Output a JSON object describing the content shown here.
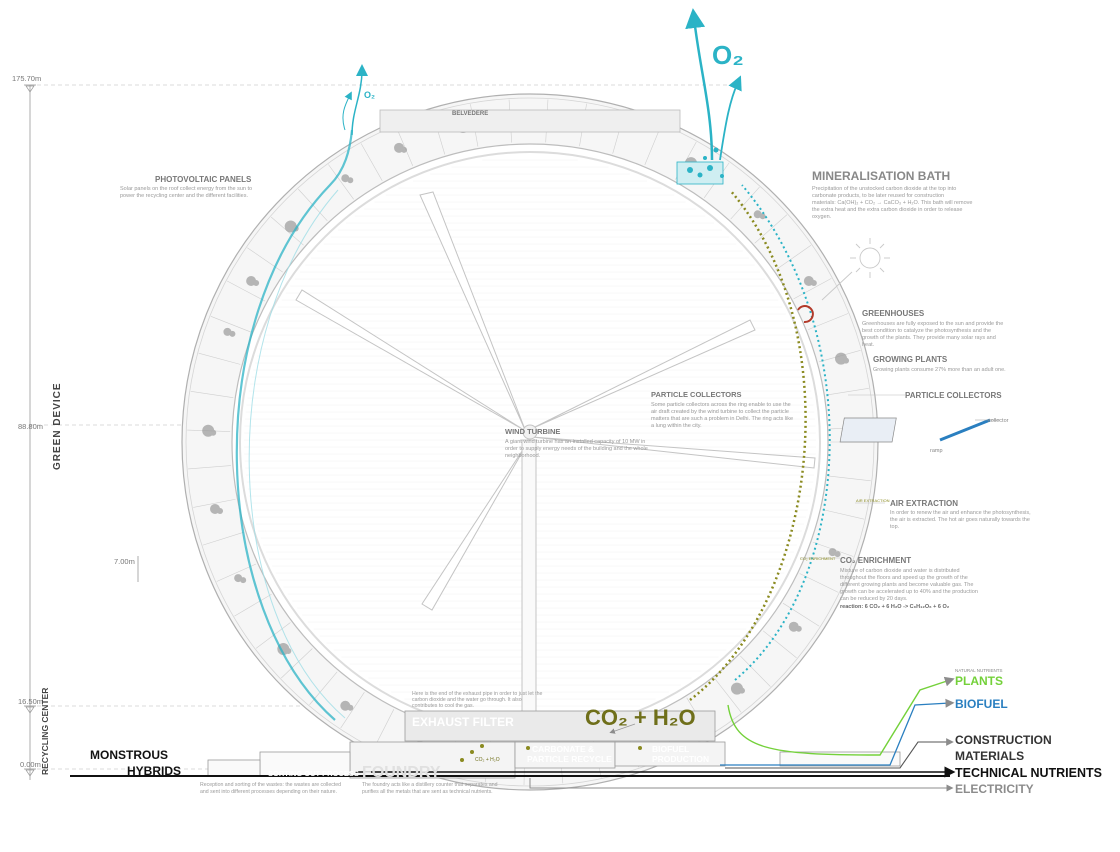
{
  "colors": {
    "cyan": "#2bb3c6",
    "olive": "#8a8a20",
    "green": "#74d13a",
    "blue": "#2a7fc0",
    "gray": "#8c8c8c",
    "dark": "#111111",
    "ring": "#bdbdbd"
  },
  "elevations": {
    "top": "175.70m",
    "mid": "88.80m",
    "low": "16.50m",
    "ground": "0.00m",
    "floor_height": "7.00m"
  },
  "sections": {
    "green_device": "GREEN DEVICE",
    "recycling_center": "RECYCLING CENTER"
  },
  "gases": {
    "o2_small": "O₂",
    "o2_large": "O₂",
    "co2_h2o": "CO₂ + H₂O",
    "co2_h2o_small": "CO₂ + H₂O"
  },
  "labels": {
    "belvedere": "BELVEDERE",
    "photovoltaic_title": "PHOTOVOLTAIC PANELS",
    "photovoltaic_text": [
      "Solar panels on the roof collect energy from the sun to",
      "power the recycling center and the different facilities."
    ],
    "mineral_title": "MINERALISATION BATH",
    "mineral_text": [
      "Precipitation of the unstocked carbon dioxide at the top into",
      "carbonate products, to be later reused for construction",
      "materials: Ca(OH)₂ + CO₂ → CaCO₃ + H₂O. This bath will remove",
      "the extra heat and the extra carbon dioxide in order to release",
      "oxygen."
    ],
    "greenhouses_title": "GREENHOUSES",
    "greenhouses_text": [
      "Greenhouses are fully exposed to the sun and provide the",
      "best condition to catalyze the photosynthesis and the",
      "growth of the plants. They provide many solar rays and",
      "heat."
    ],
    "growing_title": "GROWING PLANTS",
    "growing_text": [
      "Growing plants consume 27% more than an adult one."
    ],
    "particle_title_right": "PARTICLE COLLECTORS",
    "collector_tag": "collector",
    "ramp_tag": "ramp",
    "particle_title_center": "PARTICLE COLLECTORS",
    "particle_text": [
      "Some particle collectors across the ring enable to use the",
      "air draft created by the wind turbine to collect the particle",
      "matters that are such a problem in Delhi. The ring acts like",
      "a lung within the city."
    ],
    "wind_title": "WIND TURBINE",
    "wind_text": [
      "A giant wind turbine has an installed capacity of 10 MW in",
      "order to supply energy needs of the building and the whole",
      "neighborhood."
    ],
    "air_title": "AIR EXTRACTION",
    "air_text": [
      "In order to renew the air and enhance the photosynthesis,",
      "the air is extracted. The hot air goes naturally towards the",
      "top."
    ],
    "air_tag": "AIR EXTRACTION",
    "co2_title": "CO₂ ENRICHMENT",
    "co2_text": [
      "Mixture of carbon dioxide and water is distributed",
      "throughout the floors and speed up the growth of the",
      "different growing plants and become valuable gas. The",
      "growth can be accelerated up to 40% and the production",
      "can be reduced by 20 days."
    ],
    "co2_reaction": "reaction: 6 CO₂ + 6 H₂O -> C₆H₁₂O₆ + 6 O₂",
    "enrich_tag": "CO₂ ENRICHMENT",
    "exhaust_text": [
      "Here is the end of the exhaust pipe in order to just let the",
      "carbon dioxide and the water go through. It also",
      "contributes to cool the gas."
    ],
    "exhaust_title": "EXHAUST FILTER",
    "carbonate_line1": "CARBONATE &",
    "carbonate_line2": "PARTICLE RECYCLE",
    "biofuel_prod_line1": "BIOFUEL",
    "biofuel_prod_line2": "PRODUCTION",
    "sorting": "SORTING OUT PROCESS",
    "sorting_text": [
      "Reception and sorting of the wastes: the wastes are collected",
      "and sent into different processes depending on their nature."
    ],
    "foundry": "FOUNDRY",
    "foundry_text": [
      "The foundry acts like a distillery counter that separates and",
      "purifies all the metals that are sent as technical nutrients."
    ],
    "monstrous_1": "MONSTROUS",
    "monstrous_2": "HYBRIDS"
  },
  "outputs": {
    "natural_nutrients": "NATURAL NUTRIENTS",
    "plants": "PLANTS",
    "biofuel": "BIOFUEL",
    "construction_1": "CONSTRUCTION",
    "construction_2": "MATERIALS",
    "technical": "TECHNICAL NUTRIENTS",
    "electricity": "ELECTRICITY"
  }
}
